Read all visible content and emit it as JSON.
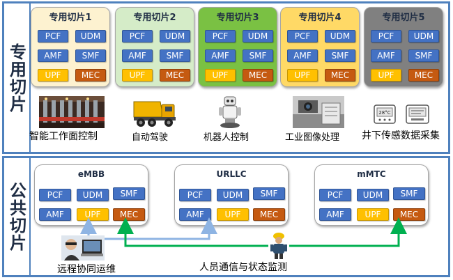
{
  "colors": {
    "border_blue": "#4f81bd",
    "nf_blue": "#4472c4",
    "nf_yellow": "#ffc000",
    "nf_orange": "#c55a11",
    "slice1_bg": "#fdf2d0",
    "slice2_bg": "#d5ecc8",
    "slice3_bg": "#7ac143",
    "slice4_bg": "#ffd966",
    "slice5_bg": "#808080",
    "arrow_green": "#00b050",
    "arrow_blue": "#8eb4e3"
  },
  "dedicated": {
    "title": "专用切片",
    "slices": [
      {
        "title": "专用切片1",
        "functions": [
          "PCF",
          "UDM",
          "AMF",
          "SMF",
          "UPF",
          "MEC"
        ]
      },
      {
        "title": "专用切片2",
        "functions": [
          "PCF",
          "UDM",
          "AMF",
          "SMF",
          "UPF",
          "MEC"
        ]
      },
      {
        "title": "专用切片3",
        "functions": [
          "PCF",
          "UDM",
          "AMF",
          "SMF",
          "UPF",
          "MEC"
        ]
      },
      {
        "title": "专用切片4",
        "functions": [
          "PCF",
          "UDM",
          "AMF",
          "SMF",
          "UPF",
          "MEC"
        ]
      },
      {
        "title": "专用切片5",
        "functions": [
          "PCF",
          "UDM",
          "AMF",
          "SMF",
          "UPF",
          "MEC"
        ]
      }
    ],
    "applications": [
      {
        "label": "智能工作面控制",
        "icon": "mining-face-photo"
      },
      {
        "label": "自动驾驶",
        "icon": "dump-truck-icon"
      },
      {
        "label": "机器人控制",
        "icon": "robot-icon"
      },
      {
        "label": "工业图像处理",
        "icon": "industrial-camera-photo"
      },
      {
        "label": "井下传感数据采集",
        "icon": "sensor-device-icon",
        "readout": "28°C"
      }
    ]
  },
  "public": {
    "title": "公共切片",
    "slices": [
      {
        "title": "eMBB",
        "functions": [
          "PCF",
          "UDM",
          "SMF",
          "AMF",
          "UPF",
          "MEC"
        ]
      },
      {
        "title": "URLLC",
        "functions": [
          "PCF",
          "UDM",
          "SMF",
          "AMF",
          "UPF",
          "MEC"
        ]
      },
      {
        "title": "mMTC",
        "functions": [
          "PCF",
          "UDM",
          "SMF",
          "AMF",
          "UPF",
          "MEC"
        ]
      }
    ],
    "applications": [
      {
        "label": "远程协同运维",
        "icon": "remote-operator-photo"
      },
      {
        "label": "人员通信与状态监测",
        "icon": "miner-worker-icon"
      }
    ]
  }
}
